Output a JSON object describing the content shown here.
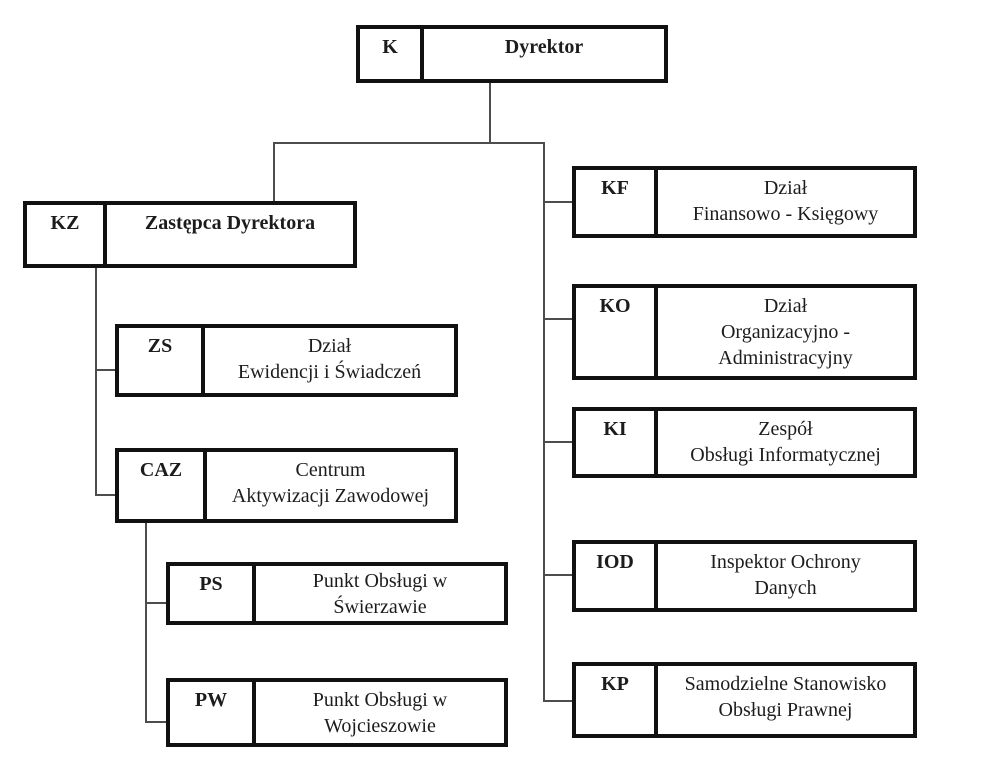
{
  "diagram": {
    "type": "organizational-chart",
    "language": "Polish",
    "background_color": "#ffffff",
    "box_border_color": "#111111",
    "connector_color": "#4d4d4d",
    "nodes": {
      "k": {
        "code": "K",
        "lines": [
          "Dyrektor"
        ]
      },
      "kz": {
        "code": "KZ",
        "lines": [
          "Zastępca Dyrektora"
        ]
      },
      "zs": {
        "code": "ZS",
        "lines": [
          "Dział",
          "Ewidencji i Świadczeń"
        ]
      },
      "caz": {
        "code": "CAZ",
        "lines": [
          "Centrum",
          "Aktywizacji Zawodowej"
        ]
      },
      "ps": {
        "code": "PS",
        "lines": [
          "Punkt Obsługi w",
          "Świerzawie"
        ]
      },
      "pw": {
        "code": "PW",
        "lines": [
          "Punkt Obsługi w",
          "Wojcieszowie"
        ]
      },
      "kf": {
        "code": "KF",
        "lines": [
          "Dział",
          "Finansowo - Księgowy"
        ]
      },
      "ko": {
        "code": "KO",
        "lines": [
          "Dział",
          "Organizacyjno -",
          "Administracyjny"
        ]
      },
      "ki": {
        "code": "KI",
        "lines": [
          "Zespół",
          "Obsługi Informatycznej"
        ]
      },
      "iod": {
        "code": "IOD",
        "lines": [
          "Inspektor Ochrony",
          "Danych"
        ]
      },
      "kp": {
        "code": "KP",
        "lines": [
          "Samodzielne Stanowisko",
          "Obsługi Prawnej"
        ]
      }
    },
    "edges": [
      {
        "from": "K",
        "to": "KZ"
      },
      {
        "from": "K",
        "to": "KF"
      },
      {
        "from": "K",
        "to": "KO"
      },
      {
        "from": "K",
        "to": "KI"
      },
      {
        "from": "K",
        "to": "IOD"
      },
      {
        "from": "K",
        "to": "KP"
      },
      {
        "from": "KZ",
        "to": "ZS"
      },
      {
        "from": "KZ",
        "to": "CAZ"
      },
      {
        "from": "CAZ",
        "to": "PS"
      },
      {
        "from": "CAZ",
        "to": "PW"
      }
    ]
  }
}
